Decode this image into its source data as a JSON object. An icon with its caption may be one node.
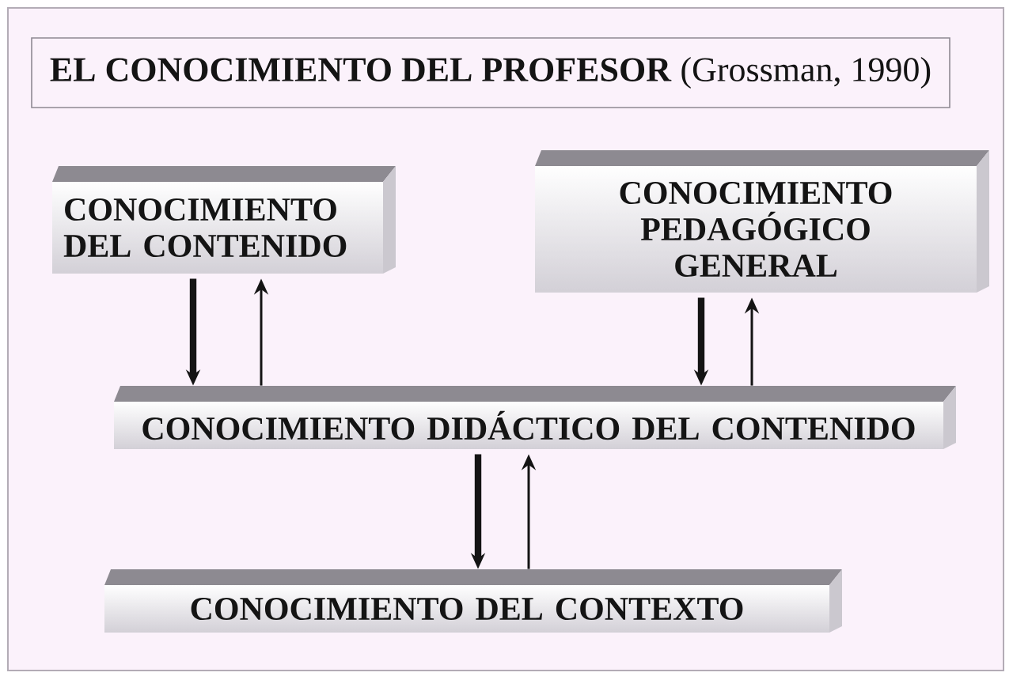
{
  "diagram": {
    "title": "**EL CONOCIMIENTO DEL PROFESOR** (Grossman, 1990)",
    "nodes": [
      {
        "text": [
          "CONOCIMIENTO DEL CONTENIDO"
        ]
      },
      {
        "text": [
          "CONOCIMIENTO PEDAGÓGICO GENERAL"
        ]
      },
      {
        "text": [
          "CONOCIMIENTO DIDÁCTICO DEL CONTENIDO"
        ]
      },
      {
        "text": [
          "CONOCIMIENTO DEL CONTEXTO"
        ]
      }
    ],
    "edges": [
      {
        "from": 0,
        "to": 2,
        "arrow": "to",
        "style": "thick"
      },
      {
        "from": 2,
        "to": 0,
        "arrow": "to"
      },
      {
        "from": 1,
        "to": 2,
        "arrow": "to",
        "style": "thick"
      },
      {
        "from": 2,
        "to": 1,
        "arrow": "to"
      },
      {
        "from": 2,
        "to": 3,
        "arrow": "to",
        "style": "thick"
      },
      {
        "from": 3,
        "to": 2,
        "arrow": "to"
      }
    ]
  }
}
